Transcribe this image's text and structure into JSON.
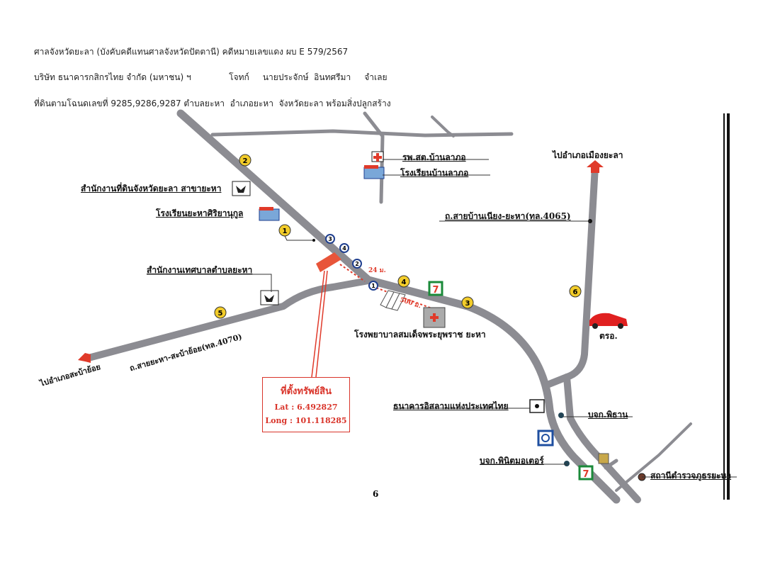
{
  "header": {
    "line1": "ศาลจังหวัดยะลา (บังคับคดีแทนศาลจังหวัดปัตตานี) คดีหมายเลขแดง ผบ E 579/2567",
    "line2": "บริษัท ธนาคารกสิกรไทย จำกัด (มหาชน) ฯ              โจทก์     นายประจักษ์  อินทศรีมา     จำเลย",
    "line3": "ที่ดินตามโฉนดเลขที่ 9285,9286,9287 ตำบลยะหา  อำเภอยะหา  จังหวัดยะลา พร้อมสิ่งปลูกสร้าง"
  },
  "map": {
    "landmarks": {
      "land_office": "สำนักงานที่ดินจังหวัดยะลา สาขายะหา",
      "school_yaha": "โรงเรียนยะหาศิริยานุกูล",
      "municipal_office": "สำนักงานเทศบาลตำบลยะหา",
      "health_center": "รพ.สต.บ้านลาภอ",
      "school_lako": "โรงเรียนบ้านลาภอ",
      "hospital": "โรงพยาบาลสมเด็จพระยุพราช ยะหา",
      "islamic_bank": "ธนาคารอิสลามแห่งประเทศไทย",
      "phithan": "บจก.พิธาน",
      "phinit": "บจก.พินิตมอเตอร์",
      "police": "สถานีตำรวจภูธรยะหา",
      "checkpoint": "ตรอ."
    },
    "roads": {
      "to_mueang": "ไปอำเภอเมืองยะลา",
      "road_4065": "ถ.สายบ้านเนียง-ยะหา(ทล.4065)",
      "road_4070": "ถ.สายยะหา-สะบ้าย้อย(ทล.4070)",
      "to_sabayoi": "ไปอำเภอสะบ้าย้อย"
    },
    "distances": {
      "d1": "24 ม.",
      "d2": "500 ม."
    },
    "markers_yellow": [
      "1",
      "2",
      "3",
      "4",
      "5",
      "6"
    ],
    "markers_blue": [
      "1",
      "2",
      "3",
      "4"
    ],
    "property": {
      "title": "ที่ตั้งทรัพย์สิน",
      "lat": "Lat : 6.492827",
      "long": "Long : 101.118285"
    },
    "colors": {
      "road": "#8c8c92",
      "accent": "#e03a2a",
      "marker": "#f2cc2a",
      "blue": "#1f3f8f"
    }
  },
  "page_number": "6"
}
